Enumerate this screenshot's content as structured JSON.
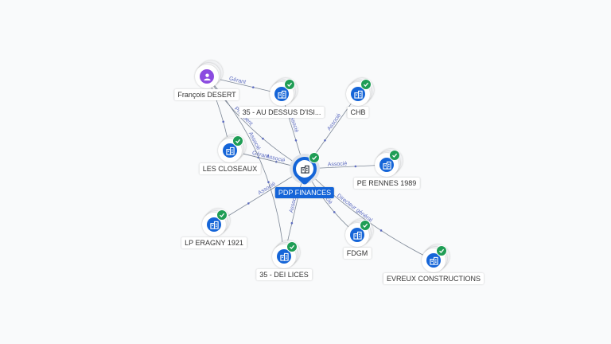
{
  "colors": {
    "edge": "#7d8796",
    "edge_label": "#5c6bc0",
    "company": "#1565d8",
    "person": "#8b4be0",
    "check": "#1f9d55"
  },
  "center": {
    "name": "PDP FINANCES",
    "icon": "building-icon"
  },
  "nodes": [
    {
      "id": "desert",
      "name": "François DESERT",
      "kind": "person",
      "icon": "person-icon"
    },
    {
      "id": "audessus",
      "name": "35 - AU DESSUS D'ISI...",
      "kind": "company",
      "icon": "building-icon"
    },
    {
      "id": "chb",
      "name": "CHB",
      "kind": "company",
      "icon": "building-icon"
    },
    {
      "id": "closeaux",
      "name": "LES CLOSEAUX",
      "kind": "company",
      "icon": "building-icon"
    },
    {
      "id": "perennes",
      "name": "PE RENNES 1989",
      "kind": "company",
      "icon": "building-icon"
    },
    {
      "id": "lperagny",
      "name": "LP ERAGNY 1921",
      "kind": "company",
      "icon": "building-icon"
    },
    {
      "id": "fdgm",
      "name": "FDGM",
      "kind": "company",
      "icon": "building-icon"
    },
    {
      "id": "delices",
      "name": "35 - DEI LICES",
      "kind": "company",
      "icon": "building-icon"
    },
    {
      "id": "evreux",
      "name": "EVREUX CONSTRUCTIONS",
      "kind": "company",
      "icon": "building-icon"
    }
  ],
  "edges": [
    {
      "from": "desert",
      "to": "audessus",
      "label": "Gérant"
    },
    {
      "from": "desert",
      "to": "center",
      "label": "Président"
    },
    {
      "from": "desert",
      "to": "closeaux",
      "label": ""
    },
    {
      "from": "closeaux",
      "to": "center",
      "label": "Gérant"
    },
    {
      "from": "audessus",
      "to": "center",
      "label": "Associé"
    },
    {
      "from": "chb",
      "to": "center",
      "label": "Associé"
    },
    {
      "from": "center",
      "to": "closeaux",
      "label": "Associé"
    },
    {
      "from": "center",
      "to": "perennes",
      "label": "Associé"
    },
    {
      "from": "center",
      "to": "lperagny",
      "label": "Associé"
    },
    {
      "from": "center",
      "to": "delices",
      "label": "Associé"
    },
    {
      "from": "center",
      "to": "fdgm",
      "label": "Associé"
    },
    {
      "from": "center",
      "to": "evreux",
      "label": "Directeur général"
    },
    {
      "from": "desert",
      "to": "delices",
      "label": "Associé"
    }
  ]
}
